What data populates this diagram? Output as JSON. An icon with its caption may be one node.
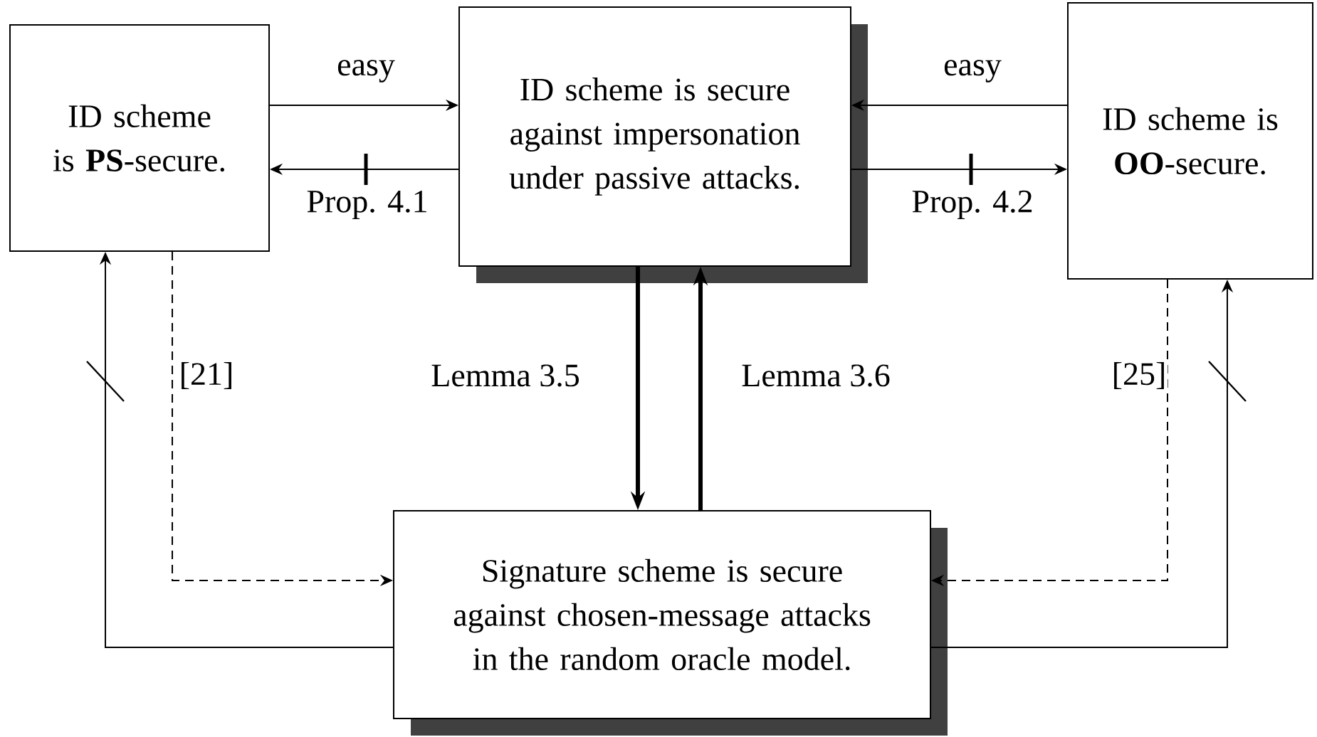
{
  "diagram": {
    "nodes": [
      {
        "text": [
          "ID scheme is **PS**-secure."
        ]
      },
      {
        "text": [
          "ID scheme is secure against impersonation under passive attacks."
        ]
      },
      {
        "text": [
          "ID scheme is **OO**-secure."
        ]
      },
      {
        "text": [
          "Signature scheme is secure against chosen-message attacks in the random oracle model."
        ]
      }
    ],
    "edges": [
      {
        "from": 0,
        "to": 1,
        "arrow": "to",
        "label": "easy"
      },
      {
        "from": 1,
        "to": 0,
        "arrow": "to",
        "label": "Prop. 4.1"
      },
      {
        "from": 2,
        "to": 1,
        "arrow": "to",
        "label": "easy"
      },
      {
        "from": 1,
        "to": 2,
        "arrow": "to",
        "label": "Prop. 4.2"
      },
      {
        "from": 1,
        "to": 3,
        "arrow": "to",
        "label": "Lemma 3.5",
        "style": "thick"
      },
      {
        "from": 3,
        "to": 1,
        "arrow": "to",
        "label": "Lemma 3.6",
        "style": "thick"
      },
      {
        "from": 0,
        "to": 3,
        "arrow": "to",
        "label": "[21]",
        "style": "dashed"
      },
      {
        "from": 3,
        "to": 0,
        "arrow": "to"
      },
      {
        "from": 2,
        "to": 3,
        "arrow": "to",
        "label": "[25]",
        "style": "dashed"
      },
      {
        "from": 3,
        "to": 2,
        "arrow": "to"
      }
    ]
  }
}
